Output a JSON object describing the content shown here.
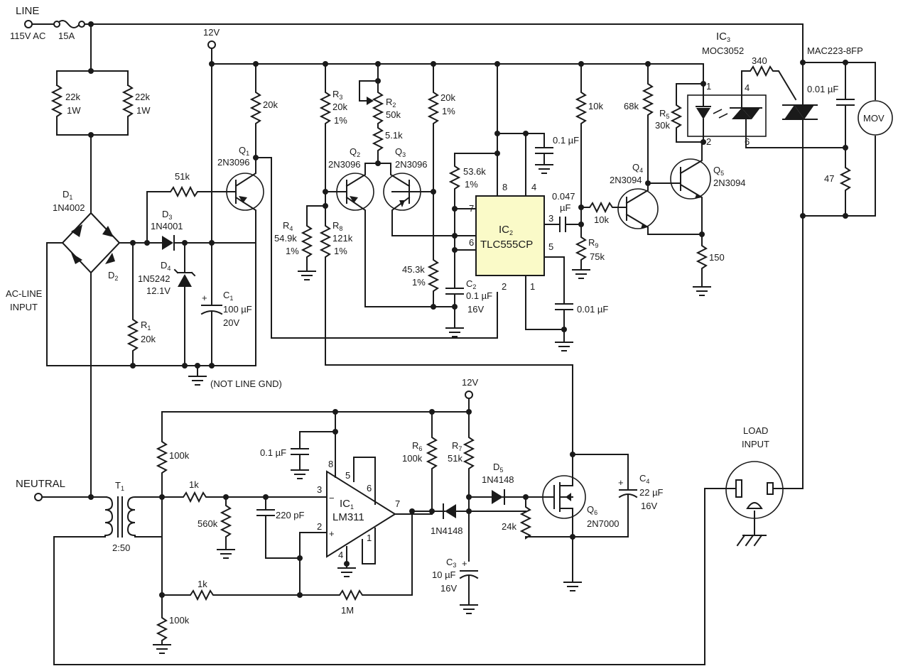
{
  "supply": {
    "line": "LINE",
    "line_v": "115V AC",
    "fuse": "15A",
    "neutral": "NEUTRAL",
    "ac_input": [
      "AC-LINE",
      "INPUT"
    ],
    "vcc_top": "12V",
    "vcc_bottom": "12V",
    "gnd_note": "(NOT LINE GND)"
  },
  "load": {
    "title": [
      "LOAD",
      "INPUT"
    ],
    "triac": "MAC223-8FP",
    "mov": "MOV",
    "snubber_c": "0.01 µF",
    "snubber_r": "47"
  },
  "resistors": {
    "r22k_a": [
      "22k",
      "1W"
    ],
    "r22k_b": [
      "22k",
      "1W"
    ],
    "r_q1c": "20k",
    "r51k_q1": "51k",
    "r1": [
      "R",
      "1",
      "20k"
    ],
    "r3": [
      "R",
      "3",
      "20k",
      "1%"
    ],
    "r2": [
      "R",
      "2",
      "50k"
    ],
    "r51k_b": "5.1k",
    "r20k_1p": [
      "20k",
      "1%"
    ],
    "r536k": [
      "53.6k",
      "1%"
    ],
    "r453k": [
      "45.3k",
      "1%"
    ],
    "r4": [
      "R",
      "4",
      "54.9k",
      "1%"
    ],
    "r8": [
      "R",
      "8",
      "121k",
      "1%"
    ],
    "r10k_top": "10k",
    "r10k_base": "10k",
    "r9": [
      "R",
      "9",
      "75k"
    ],
    "r68k": "68k",
    "r5": [
      "R",
      "5",
      "30k"
    ],
    "r340": "340",
    "r150": "150",
    "r100k_top": "100k",
    "r100k_bot": "100k",
    "r1k_a": "1k",
    "r1k_b": "1k",
    "r560k": "560k",
    "r1m": "1M",
    "r6": [
      "R",
      "6",
      "100k"
    ],
    "r7": [
      "R",
      "7",
      "51k"
    ],
    "r24k": "24k"
  },
  "capacitors": {
    "c1": [
      "C",
      "1",
      "100 µF",
      "20V"
    ],
    "c2": [
      "C",
      "2",
      "0.1 µF",
      "16V"
    ],
    "c01_555": "0.1 µF",
    "c047": [
      "0.047",
      "µF"
    ],
    "c001_555": "0.01 µF",
    "c01_311": "0.1 µF",
    "c220p": "220 pF",
    "c3": [
      "C",
      "3",
      "10 µF",
      "16V"
    ],
    "c4": [
      "C",
      "4",
      "22 µF",
      "16V"
    ]
  },
  "semis": {
    "d1": [
      "D",
      "1",
      "1N4002"
    ],
    "d2": [
      "D",
      "2"
    ],
    "d3": [
      "D",
      "3",
      "1N4001"
    ],
    "d4": [
      "D",
      "4",
      "1N5242",
      "12.1V"
    ],
    "d5": [
      "D",
      "5",
      "1N4148"
    ],
    "d_ic1": "1N4148",
    "q1": [
      "Q",
      "1",
      "2N3096"
    ],
    "q2": [
      "Q",
      "2",
      "2N3096"
    ],
    "q3": [
      "Q",
      "3",
      "2N3096"
    ],
    "q4": [
      "Q",
      "4",
      "2N3094"
    ],
    "q5": [
      "Q",
      "5",
      "2N3094"
    ],
    "q6": [
      "Q",
      "6",
      "2N7000"
    ],
    "ic2": [
      "IC",
      "2",
      "TLC555CP"
    ],
    "ic1": [
      "IC",
      "1",
      "LM311"
    ],
    "ic3": [
      "IC",
      "3",
      "MOC3052"
    ],
    "t1": [
      "T",
      "1",
      "2:50"
    ]
  },
  "pins": {
    "ic2": [
      "8",
      "4",
      "7",
      "3",
      "6",
      "5",
      "2",
      "1"
    ],
    "ic1": [
      "3",
      "8",
      "5",
      "6",
      "2",
      "4",
      "1",
      "7"
    ],
    "ic3": [
      "1",
      "4",
      "2",
      "6"
    ],
    "polarity": [
      "−",
      "+",
      "+",
      "+",
      "+"
    ]
  }
}
